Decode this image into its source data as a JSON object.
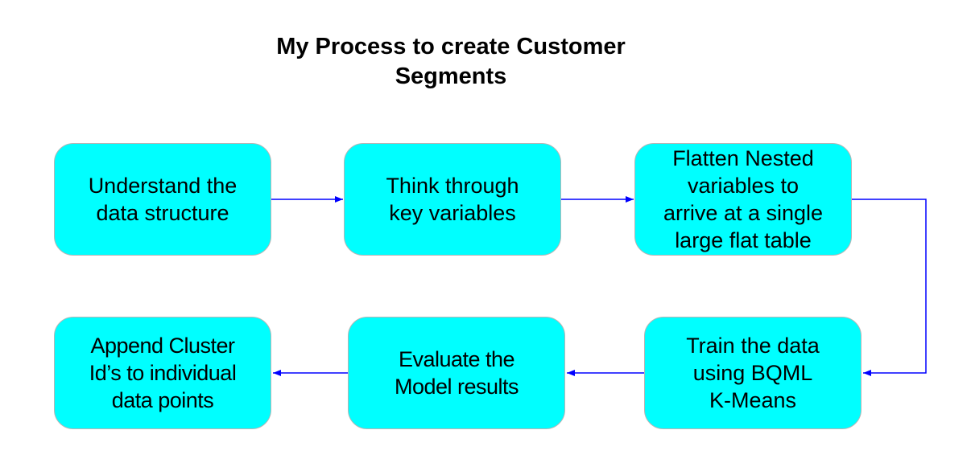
{
  "title": "My Process to create Customer\nSegments",
  "colors": {
    "box_fill": "#00ffff",
    "box_border": "#b5b5b5",
    "connector": "#0000ff"
  },
  "steps": [
    {
      "id": "step-1",
      "label": "Understand the\ndata structure"
    },
    {
      "id": "step-2",
      "label": "Think through\nkey variables"
    },
    {
      "id": "step-3",
      "label": "Flatten Nested\nvariables to\narrive at a single\nlarge flat table"
    },
    {
      "id": "step-4",
      "label": "Train the data\nusing BQML\nK-Means"
    },
    {
      "id": "step-5",
      "label": "Evaluate the\nModel results"
    },
    {
      "id": "step-6",
      "label": "Append Cluster\nId’s to individual\ndata points"
    }
  ],
  "connections": [
    {
      "from": "step-1",
      "to": "step-2"
    },
    {
      "from": "step-2",
      "to": "step-3"
    },
    {
      "from": "step-3",
      "to": "step-4"
    },
    {
      "from": "step-4",
      "to": "step-5"
    },
    {
      "from": "step-5",
      "to": "step-6"
    }
  ]
}
